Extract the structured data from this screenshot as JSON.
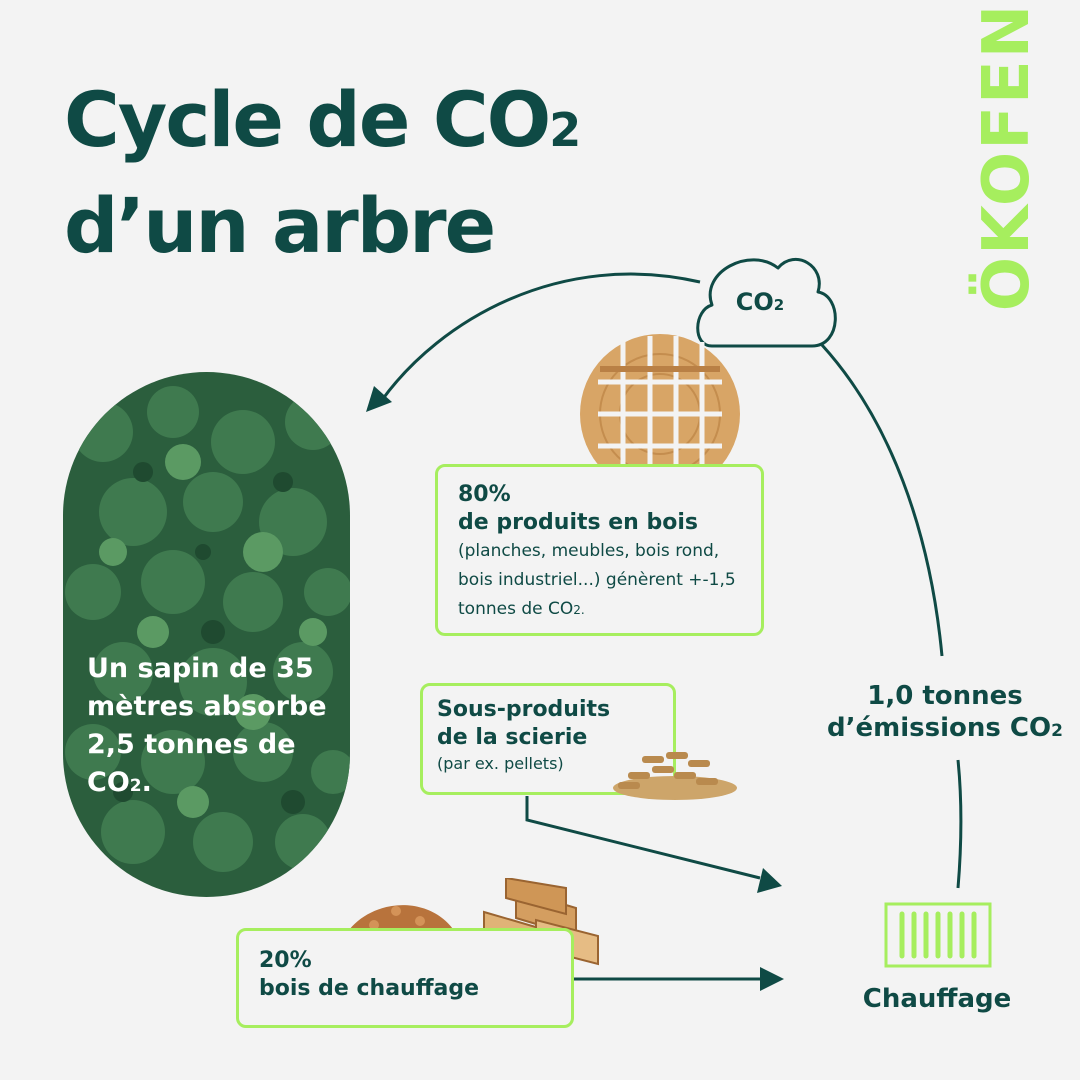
{
  "title": {
    "line1": "Cycle de CO",
    "line1_sub": "2",
    "line2": "d’un arbre"
  },
  "logo": "ÖKOFEN",
  "cloud": {
    "label": "CO",
    "label_sub": "2"
  },
  "forest": {
    "text": "Un sapin de 35 mètres absorbe 2,5 tonnes de CO",
    "text_sub": "2",
    "text_end": "."
  },
  "wood_products": {
    "percent": "80%",
    "label": "de produits en bois",
    "description": "(planches, meubles, bois rond, bois industriel...) génèrent +-1,5 tonnes de CO",
    "description_sub": "2."
  },
  "byproducts": {
    "label_line1": "Sous-produits",
    "label_line2": "de la scierie",
    "note": "(par ex. pellets)"
  },
  "firewood": {
    "percent": "20%",
    "label": "bois de chauffage"
  },
  "emissions": {
    "line1": "1,0 tonnes",
    "line2": "d’émissions CO",
    "line2_sub": "2"
  },
  "heating": {
    "label": "Chauffage"
  },
  "colors": {
    "primary": "#0f4a45",
    "accent": "#a6ee5e",
    "background": "#f3f3f3",
    "forest": "#2f6b45",
    "wood": "#d8a566"
  },
  "icons": [
    "cloud-icon",
    "radiator-icon",
    "log-cross-section-icon",
    "pellets-icon",
    "wood-chips-icon",
    "firewood-logs-icon",
    "forest-image"
  ]
}
